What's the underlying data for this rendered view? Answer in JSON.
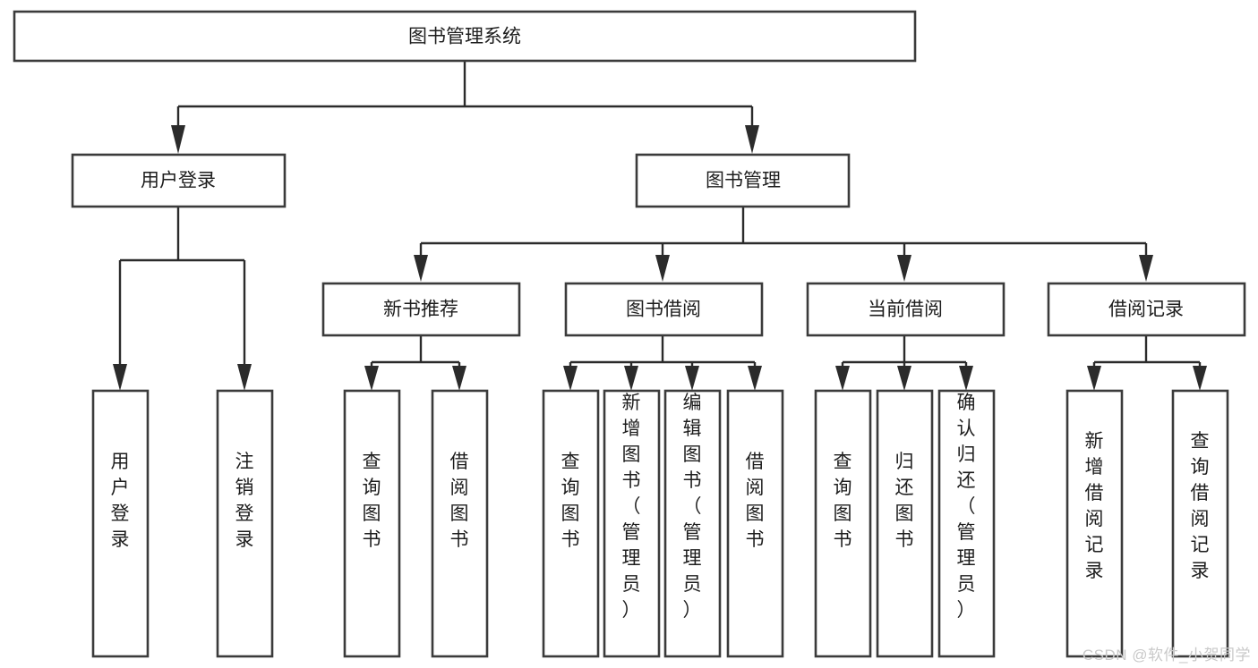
{
  "diagram": {
    "title": "图书管理系统",
    "watermark": "CSDN @软件_小贺同学",
    "type": "tree-hierarchy-diagram",
    "colors": {
      "box_stroke": "#3b3b3b",
      "box_fill": "#ffffff",
      "connector": "#2b2b2b",
      "text": "#1d1d1d",
      "watermark": "#c9c9c9",
      "background": "#ffffff"
    },
    "root": {
      "label": "图书管理系统"
    },
    "level2": [
      {
        "label": "用户登录"
      },
      {
        "label": "图书管理"
      }
    ],
    "level3": [
      {
        "label": "新书推荐"
      },
      {
        "label": "图书借阅"
      },
      {
        "label": "当前借阅"
      },
      {
        "label": "借阅记录"
      }
    ],
    "leaves": {
      "user_login": [
        {
          "label": "用户登录"
        },
        {
          "label": "注销登录"
        }
      ],
      "new_book_recommend": [
        {
          "label": "查询图书"
        },
        {
          "label": "借阅图书"
        }
      ],
      "book_borrow": [
        {
          "label": "查询图书"
        },
        {
          "label": "新增图书（管理员）"
        },
        {
          "label": "编辑图书（管理员）"
        },
        {
          "label": "借阅图书"
        }
      ],
      "current_borrow": [
        {
          "label": "查询图书"
        },
        {
          "label": "归还图书"
        },
        {
          "label": "确认归还（管理员）"
        }
      ],
      "borrow_record": [
        {
          "label": "新增借阅记录"
        },
        {
          "label": "查询借阅记录"
        }
      ]
    }
  }
}
